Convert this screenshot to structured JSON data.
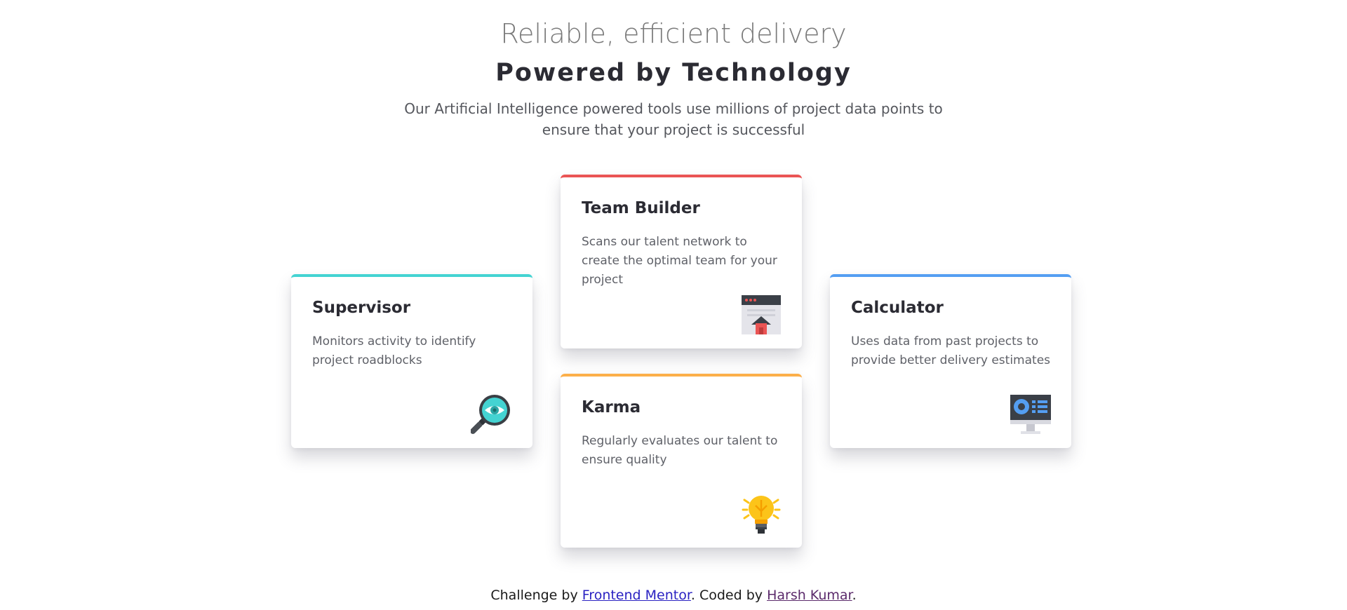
{
  "header": {
    "subtitle": "Reliable, efficient delivery",
    "title": "Powered by Technology",
    "intro": "Our Artificial Intelligence powered tools use millions of project data points to ensure that your project is successful"
  },
  "cards": {
    "supervisor": {
      "title": "Supervisor",
      "text": "Monitors activity to identify project roadblocks",
      "accent": "#44d3d2",
      "icon": "magnifier-eye-icon"
    },
    "team_builder": {
      "title": "Team Builder",
      "text": "Scans our talent network to create the optimal team for your project",
      "accent": "#ea5454",
      "icon": "browser-upload-icon"
    },
    "karma": {
      "title": "Karma",
      "text": "Regularly evaluates our talent to ensure quality",
      "accent": "#fcaf4a",
      "icon": "lightbulb-icon"
    },
    "calculator": {
      "title": "Calculator",
      "text": "Uses data from past projects to provide better delivery estimates",
      "accent": "#549ef2",
      "icon": "monitor-chart-icon"
    }
  },
  "footer": {
    "prefix": "Challenge by ",
    "challenge_link": "Frontend Mentor",
    "middle": ". Coded by ",
    "author_link": "Harsh Kumar",
    "suffix": "."
  }
}
